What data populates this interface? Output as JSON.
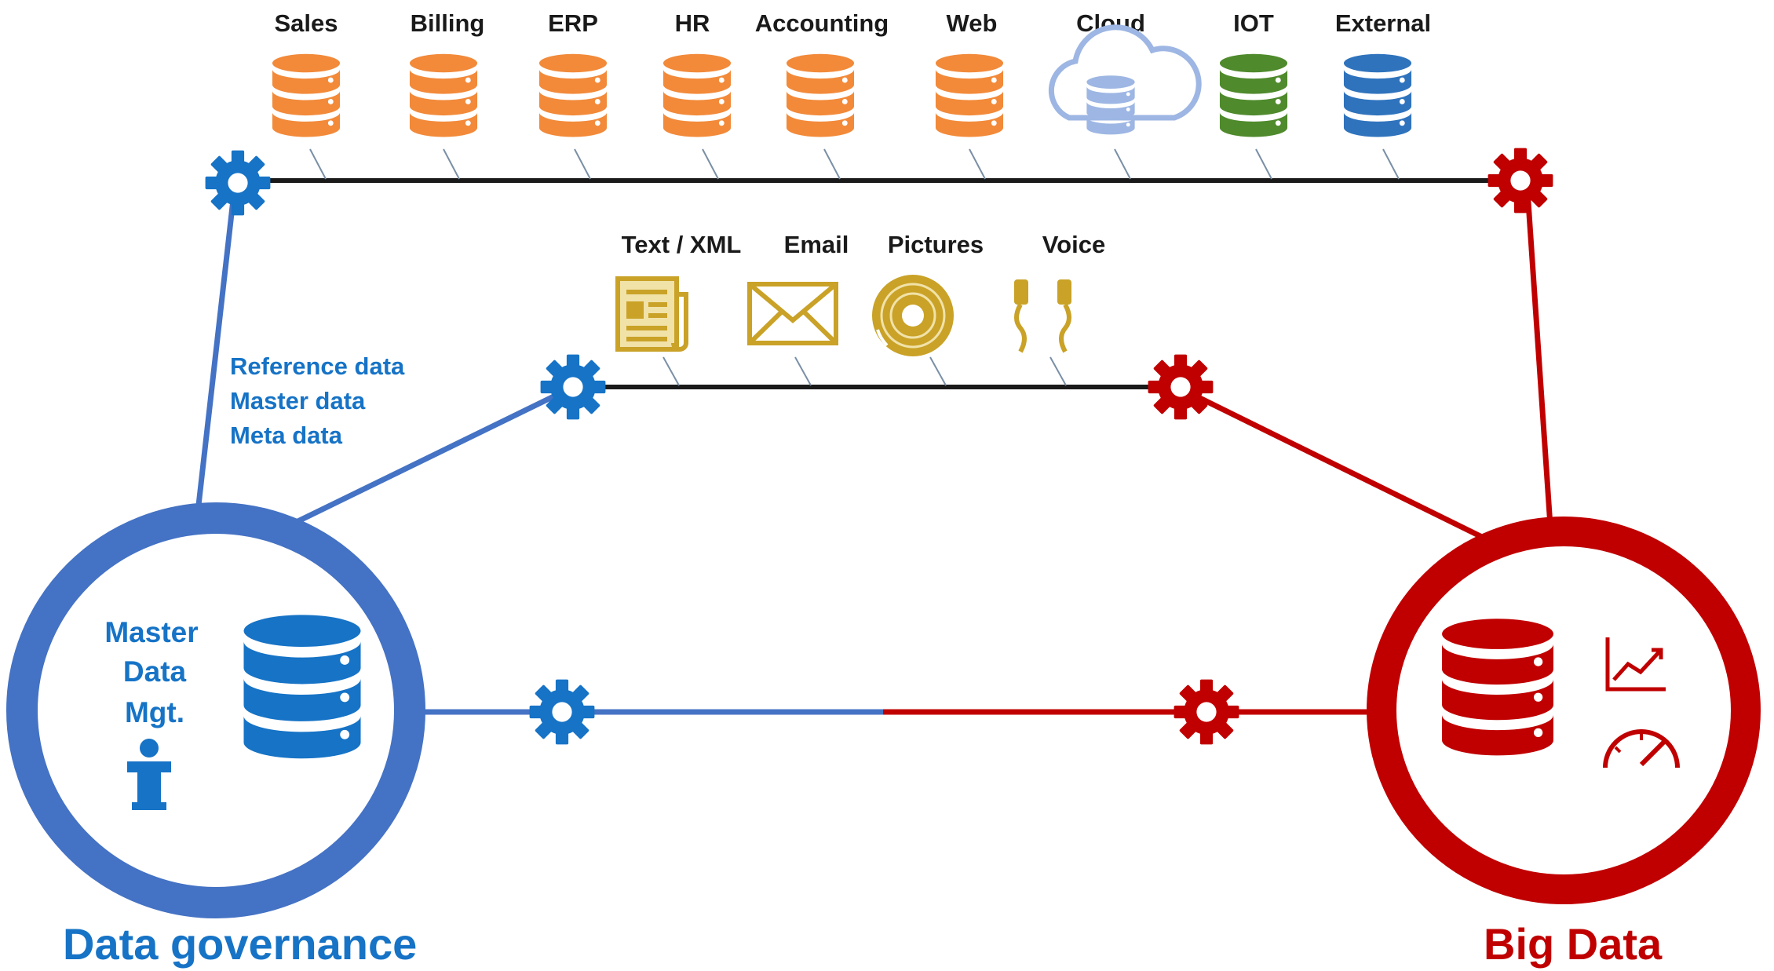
{
  "sources": [
    {
      "label": "Sales",
      "kind": "database",
      "color": "#f28a3a"
    },
    {
      "label": "Billing",
      "kind": "database",
      "color": "#f28a3a"
    },
    {
      "label": "ERP",
      "kind": "database",
      "color": "#f28a3a"
    },
    {
      "label": "HR",
      "kind": "database",
      "color": "#f28a3a"
    },
    {
      "label": "Accounting",
      "kind": "database",
      "color": "#f28a3a"
    },
    {
      "label": "Web",
      "kind": "database",
      "color": "#f28a3a"
    },
    {
      "label": "Cloud",
      "kind": "cloud-database",
      "color": "#9db6e3"
    },
    {
      "label": "IOT",
      "kind": "database",
      "color": "#4f8a2c"
    },
    {
      "label": "External",
      "kind": "database",
      "color": "#2f73bd"
    }
  ],
  "unstructured": [
    {
      "label": "Text / XML",
      "icon": "newspaper-icon"
    },
    {
      "label": "Email",
      "icon": "envelope-icon"
    },
    {
      "label": "Pictures",
      "icon": "disc-icon"
    },
    {
      "label": "Voice",
      "icon": "earphones-icon"
    }
  ],
  "reference_list": [
    "Reference data",
    "Master data",
    "Meta data"
  ],
  "mdm": {
    "line1": "Master",
    "line2": "Data",
    "line3": "Mgt."
  },
  "left_title": "Data governance",
  "right_title": "Big Data",
  "colors": {
    "blue": "#4472c4",
    "gear_blue": "#1673c6",
    "red": "#c00000",
    "gold": "#c9a227",
    "orange": "#f28a3a"
  }
}
